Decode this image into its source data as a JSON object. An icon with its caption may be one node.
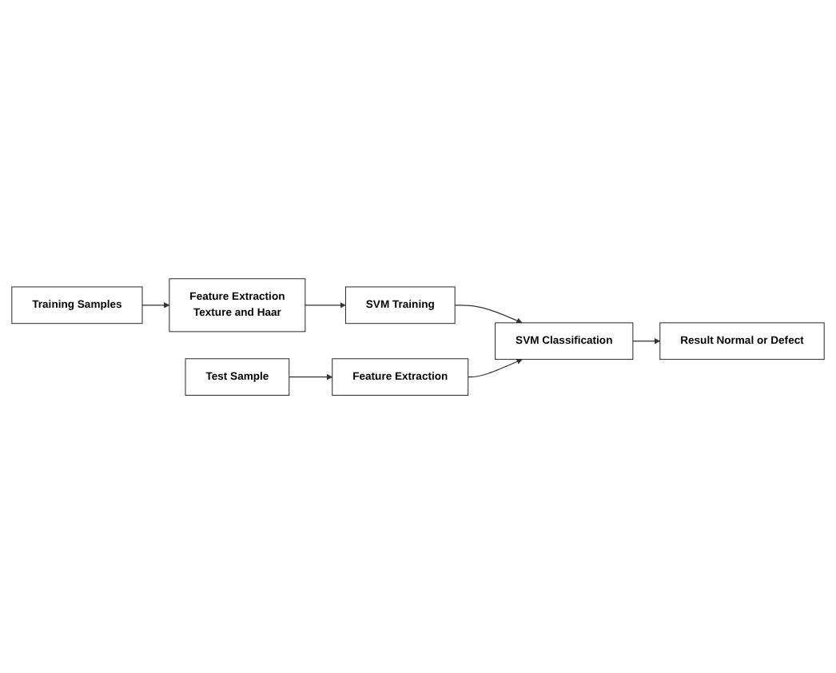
{
  "diagram": {
    "nodes": [
      {
        "text": [
          "Training Samples"
        ]
      },
      {
        "text": [
          "Feature Extraction",
          "Texture and Haar"
        ]
      },
      {
        "text": [
          "SVM Training"
        ]
      },
      {
        "text": [
          "Test Sample"
        ]
      },
      {
        "text": [
          "Feature Extraction"
        ]
      },
      {
        "text": [
          "SVM Classification"
        ]
      },
      {
        "text": [
          "Result Normal or Defect"
        ]
      }
    ],
    "edges": [
      {
        "from": 0,
        "to": 1,
        "arrow": "to"
      },
      {
        "from": 1,
        "to": 2,
        "arrow": "to"
      },
      {
        "from": 2,
        "to": 5,
        "arrow": "to"
      },
      {
        "from": 3,
        "to": 4,
        "arrow": "to"
      },
      {
        "from": 4,
        "to": 5,
        "arrow": "to"
      },
      {
        "from": 5,
        "to": 6,
        "arrow": "to"
      }
    ]
  }
}
